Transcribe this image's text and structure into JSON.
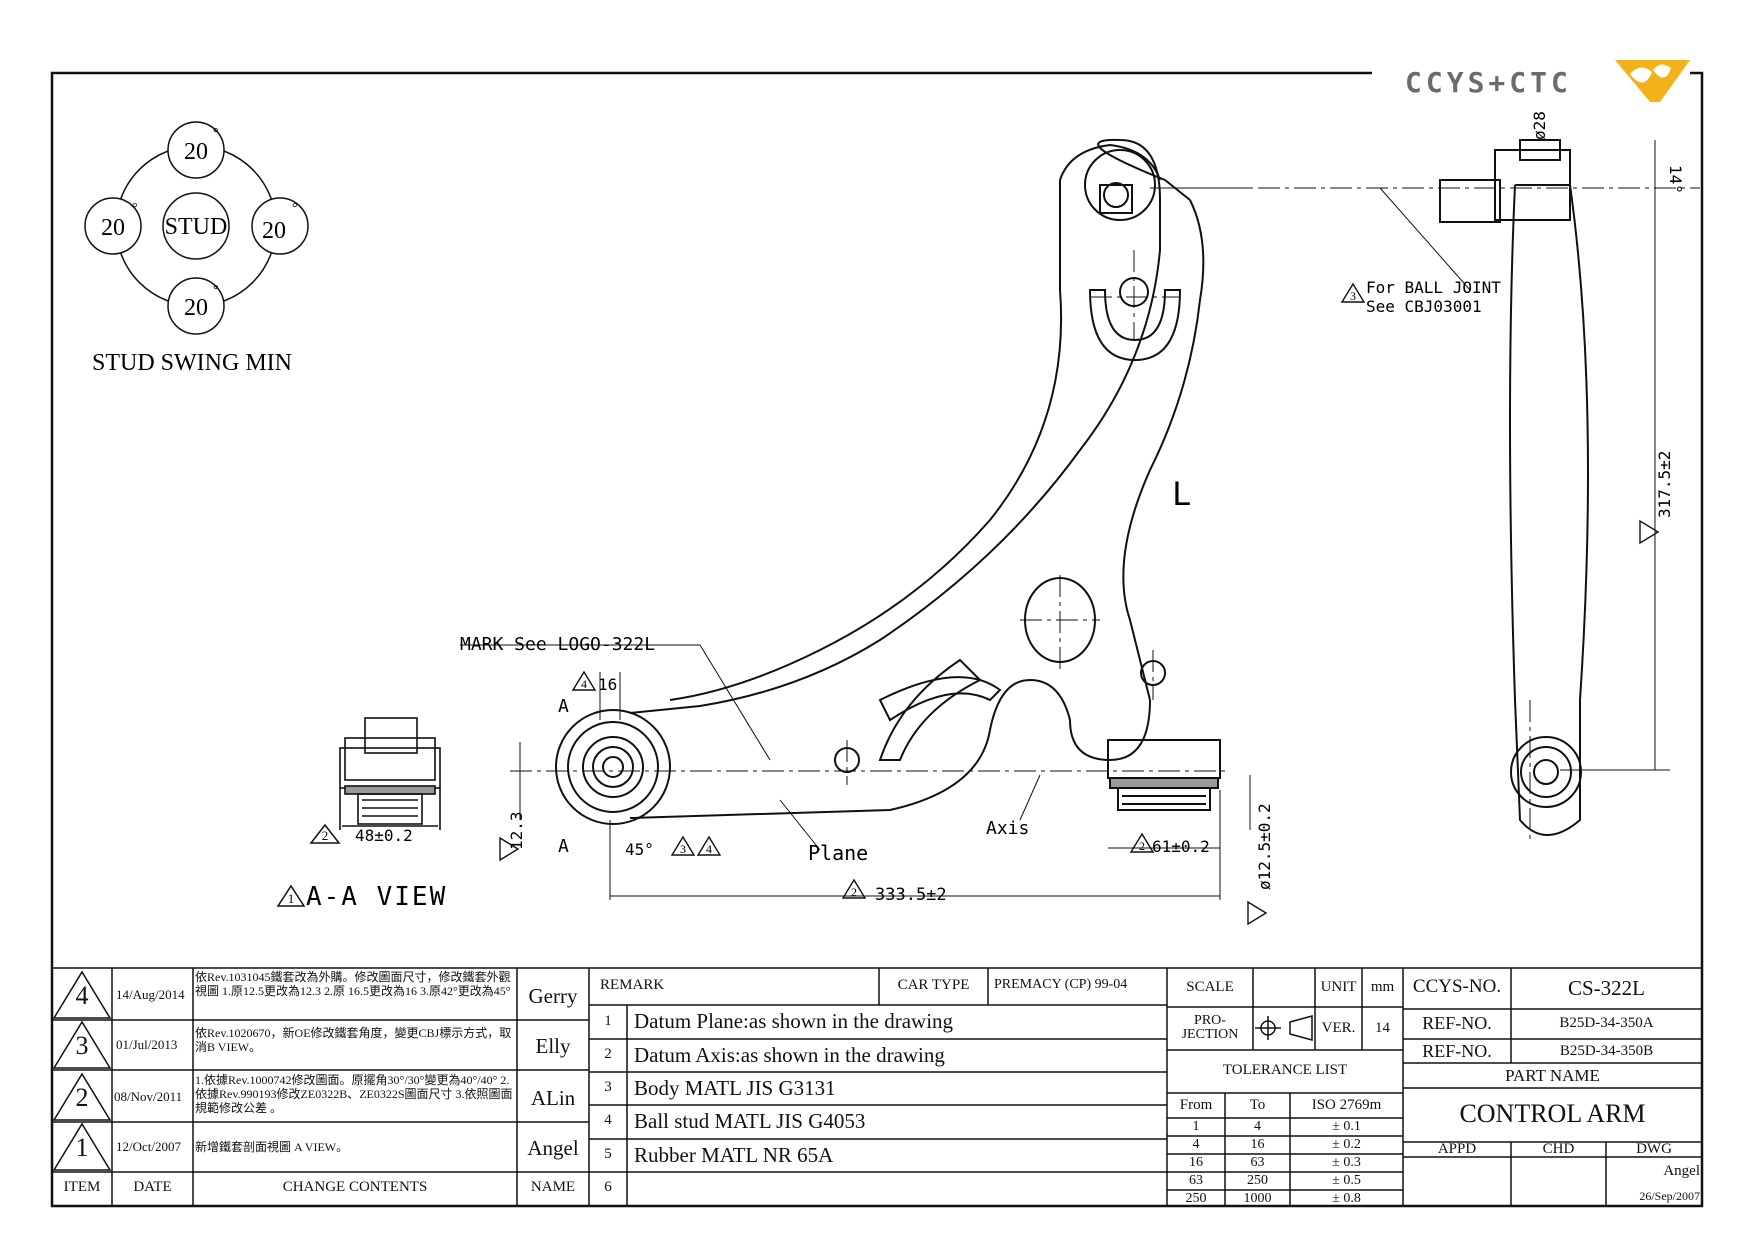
{
  "logo": {
    "text": "CCYS+CTC",
    "mark_color": "#f3b21a"
  },
  "stud_swing": {
    "top": "20",
    "left": "20",
    "right": "20",
    "bottom": "20",
    "degree": "°",
    "center": "STUD",
    "caption": "STUD SWING MIN"
  },
  "aa_view": {
    "dim": "48±0.2",
    "note_num": "1",
    "note_num2": "2",
    "title": "A-A VIEW"
  },
  "drawing": {
    "mark_note": "MARK See LOGO-322L",
    "dim_16": "16",
    "a_top": "A",
    "a_bottom": "A",
    "dim_12_3": "12.3",
    "angle": "45°",
    "plane": "Plane",
    "axis": "Axis",
    "dim_333": "333.5±2",
    "dim_61": "61±0.2",
    "dim_12_5": "ø12.5±0.2",
    "ball_joint_1": "For BALL JOINT",
    "ball_joint_2": "See CBJ03001",
    "dim_28": "ø28",
    "dim_14": "14°",
    "dim_317": "317.5±2",
    "mark_L": "L",
    "tri_4": "4",
    "tri_3": "3",
    "tri_2": "2"
  },
  "revisions": [
    {
      "item": "4",
      "date": "14/Aug/2014",
      "content": "依Rev.1031045鐵套改為外購。修改圖面尺寸，修改鐵套外觀視圖 1.原12.5更改為12.3 2.原 16.5更改為16 3.原42°更改為45°",
      "name": "Gerry"
    },
    {
      "item": "3",
      "date": "01/Jul/2013",
      "content": "依Rev.1020670，新OE修改鐵套角度，變更CBJ標示方式，取消B VIEW。",
      "name": "Elly"
    },
    {
      "item": "2",
      "date": "08/Nov/2011",
      "content": "1.依據Rev.1000742修改圖面。原擺角30°/30°變更為40°/40° 2.依據Rev.990193修改ZE0322B、ZE0322S圖面尺寸 3.依照圖面規範修改公差 。",
      "name": "ALin"
    },
    {
      "item": "1",
      "date": "12/Oct/2007",
      "content": "新增鐵套剖面視圖 A VIEW。",
      "name": "Angel"
    }
  ],
  "rev_header": {
    "item": "ITEM",
    "date": "DATE",
    "contents": "CHANGE CONTENTS",
    "name": "NAME"
  },
  "remarks": {
    "header": "REMARK",
    "car_type_label": "CAR TYPE",
    "car_type": "PREMACY (CP) 99-04",
    "items": [
      {
        "n": "1",
        "text": "Datum Plane:as shown in the drawing"
      },
      {
        "n": "2",
        "text": "Datum Axis:as shown in the drawing"
      },
      {
        "n": "3",
        "text": "Body MATL JIS G3131"
      },
      {
        "n": "4",
        "text": "Ball stud MATL JIS G4053"
      },
      {
        "n": "5",
        "text": "Rubber MATL NR 65A"
      },
      {
        "n": "6",
        "text": ""
      }
    ]
  },
  "scale": {
    "label": "SCALE",
    "unit_label": "UNIT",
    "unit": "mm",
    "projection": "PRO-\nJECTION",
    "ver_label": "VER.",
    "ver": "14"
  },
  "tolerance": {
    "title": "TOLERANCE LIST",
    "from": "From",
    "to": "To",
    "std": "ISO 2769m",
    "rows": [
      {
        "from": "1",
        "to": "4",
        "tol": "± 0.1"
      },
      {
        "from": "4",
        "to": "16",
        "tol": "± 0.2"
      },
      {
        "from": "16",
        "to": "63",
        "tol": "± 0.3"
      },
      {
        "from": "63",
        "to": "250",
        "tol": "± 0.5"
      },
      {
        "from": "250",
        "to": "1000",
        "tol": "± 0.8"
      }
    ]
  },
  "part": {
    "ccys_label": "CCYS-NO.",
    "ccys_no": "CS-322L",
    "ref_label": "REF-NO.",
    "ref1": "B25D-34-350A",
    "ref2": "B25D-34-350B",
    "name_label": "PART NAME",
    "name": "CONTROL ARM",
    "appd": "APPD",
    "chd": "CHD",
    "dwg": "DWG",
    "dwg_name": "Angel",
    "dwg_date": "26/Sep/2007"
  }
}
